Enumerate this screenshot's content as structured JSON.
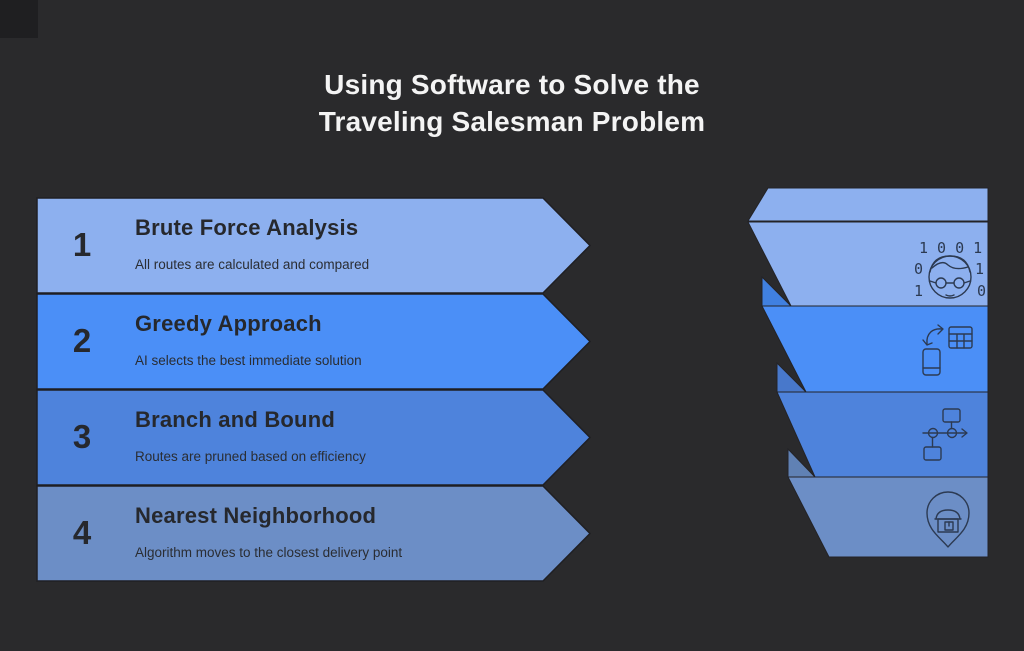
{
  "title": {
    "line1": "Using Software to Solve the",
    "line2": "Traveling Salesman Problem"
  },
  "steps": [
    {
      "number": "1",
      "title": "Brute Force Analysis",
      "description": "All routes are calculated and compared"
    },
    {
      "number": "2",
      "title": "Greedy Approach",
      "description": "AI selects the best immediate solution"
    },
    {
      "number": "3",
      "title": "Branch and Bound",
      "description": "Routes are pruned based on efficiency"
    },
    {
      "number": "4",
      "title": "Nearest Neighborhood",
      "description": "Algorithm moves to the closest delivery point"
    }
  ],
  "icons": {
    "step1": "binary-person-icon",
    "step2": "device-sync-table-icon",
    "step3": "flowchart-icon",
    "step4": "location-pin-warehouse-icon",
    "binary": {
      "row1": "1 0 0 1",
      "row2_left": "0",
      "row2_right": "1",
      "row3_left": "1",
      "row3_right": "0"
    }
  },
  "colors": {
    "background": "#2a2a2c",
    "title_text": "#f4f4f4",
    "step_text": "#26282d",
    "outline": "#232327",
    "icon_stroke": "#2c3a52",
    "band1": "#8db0ef",
    "band2": "#4b8ff7",
    "band3": "#4e83dc",
    "band4": "#6c8ec6",
    "fold2": "#4080e0",
    "fold3": "#4878cb",
    "fold4": "#6081b4"
  }
}
